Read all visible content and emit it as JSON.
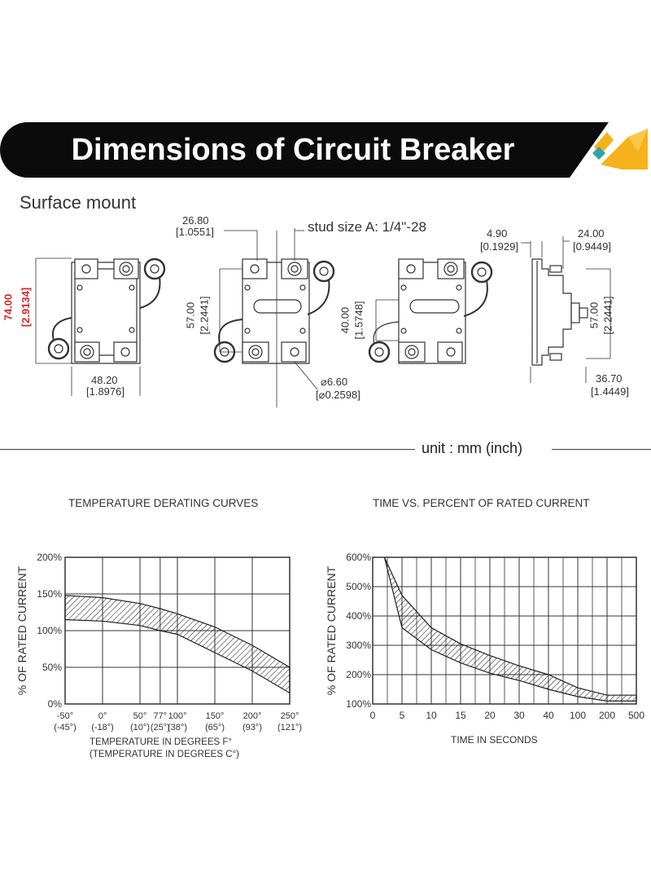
{
  "banner": {
    "title": "Dimensions of Circuit Breaker"
  },
  "diagram": {
    "heading": "Surface mount",
    "height_mm": "74.00",
    "height_in": "[2.9134]",
    "width_mm": "48.20",
    "width_in": "[1.8976]",
    "stud_pitch_mm": "26.80",
    "stud_pitch_in": "[1.0551]",
    "stud_size": "stud size A: 1/4\"-28",
    "front_h_mm": "57.00",
    "front_h_in": "[2.2441]",
    "hole_dia_mm": "⌀6.60",
    "hole_dia_in": "[⌀0.2598]",
    "inner_h_mm": "40.00",
    "inner_h_in": "[1.5748]",
    "side_t_mm": "4.90",
    "side_t_in": "[0.1929]",
    "side_w_mm": "24.00",
    "side_w_in": "[0.9449]",
    "side_h_mm": "57.00",
    "side_h_in": "[2.2441]",
    "side_d_mm": "36.70",
    "side_d_in": "[1.4449]",
    "unit": "unit : mm (inch)",
    "colors": {
      "highlight": "#d62728",
      "line": "#333333"
    }
  },
  "chart_data": [
    {
      "type": "area",
      "title": "TEMPERATURE DERATING CURVES",
      "xlabel": "TEMPERATURE IN DEGREES F°",
      "xlabel2": "(TEMPERATURE IN DEGREES C°)",
      "ylabel": "% OF RATED CURRENT",
      "x_ticks_f": [
        "-50°",
        "0°",
        "50°",
        "77°",
        "100°",
        "150°",
        "200°",
        "250°"
      ],
      "x_ticks_c": [
        "(-45°)",
        "(-18°)",
        "(10°)",
        "(25°)",
        "(38°)",
        "(65°)",
        "(93°)",
        "(121°)"
      ],
      "x_values_f": [
        -50,
        0,
        50,
        77,
        100,
        150,
        200,
        250
      ],
      "y_ticks": [
        "0%",
        "50%",
        "100%",
        "150%",
        "200%"
      ],
      "ylim": [
        0,
        200
      ],
      "xlim": [
        -50,
        250
      ],
      "grid": true,
      "series": [
        {
          "x": [
            -50,
            0,
            50,
            77,
            100,
            150,
            200,
            250
          ],
          "values": [
            148,
            145,
            137,
            130,
            123,
            105,
            80,
            50
          ]
        },
        {
          "x": [
            -50,
            0,
            50,
            77,
            100,
            150,
            200,
            250
          ],
          "values": [
            115,
            113,
            107,
            100,
            95,
            70,
            45,
            15
          ]
        }
      ]
    },
    {
      "type": "area",
      "title": "TIME VS. PERCENT OF RATED CURRENT",
      "xlabel": "TIME IN SECONDS",
      "ylabel": "% OF RATED CURRENT",
      "x_ticks": [
        "0",
        "5",
        "10",
        "15",
        "20",
        "30",
        "40",
        "100",
        "200",
        "500"
      ],
      "y_ticks": [
        "100%",
        "200%",
        "300%",
        "400%",
        "500%",
        "600%"
      ],
      "ylim": [
        100,
        600
      ],
      "grid": true,
      "series": [
        {
          "x": [
            0.4,
            1,
            2,
            3,
            4,
            5,
            6,
            7,
            8,
            9
          ],
          "values": [
            600,
            470,
            360,
            305,
            265,
            230,
            200,
            155,
            130,
            130
          ]
        },
        {
          "x": [
            0.4,
            1,
            2,
            3,
            4,
            5,
            6,
            7,
            8,
            9
          ],
          "values": [
            600,
            360,
            285,
            240,
            205,
            180,
            150,
            125,
            110,
            110
          ]
        }
      ]
    }
  ]
}
